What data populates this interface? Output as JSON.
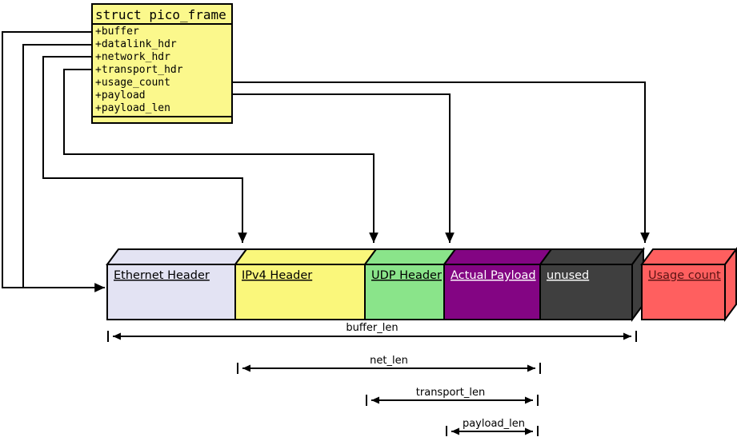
{
  "struct_box": {
    "title": "struct pico_frame",
    "fill": "#FBF88C",
    "fields": [
      "+buffer",
      "+datalink_hdr",
      "+network_hdr",
      "+transport_hdr",
      "+usage_count",
      "+payload",
      "+payload_len"
    ]
  },
  "segments": [
    {
      "label": "Ethernet Header",
      "fill": "#E3E3F3",
      "text_color": "#000000"
    },
    {
      "label": "IPv4 Header",
      "fill": "#FAF77B",
      "text_color": "#000000"
    },
    {
      "label": "UDP Header",
      "fill": "#8AE48A",
      "text_color": "#000000"
    },
    {
      "label": "Actual Payload",
      "fill": "#830583",
      "text_color": "#FFFFFF"
    },
    {
      "label": "unused",
      "fill": "#3F3F3F",
      "text_color": "#FFFFFF"
    },
    {
      "label": "Usage count",
      "fill": "#FF5F5F",
      "text_color": "#5B1313"
    }
  ],
  "dimension_arrows": [
    {
      "label": "buffer_len"
    },
    {
      "label": "net_len"
    },
    {
      "label": "transport_len"
    },
    {
      "label": "payload_len"
    }
  ],
  "line_color": "#000000"
}
